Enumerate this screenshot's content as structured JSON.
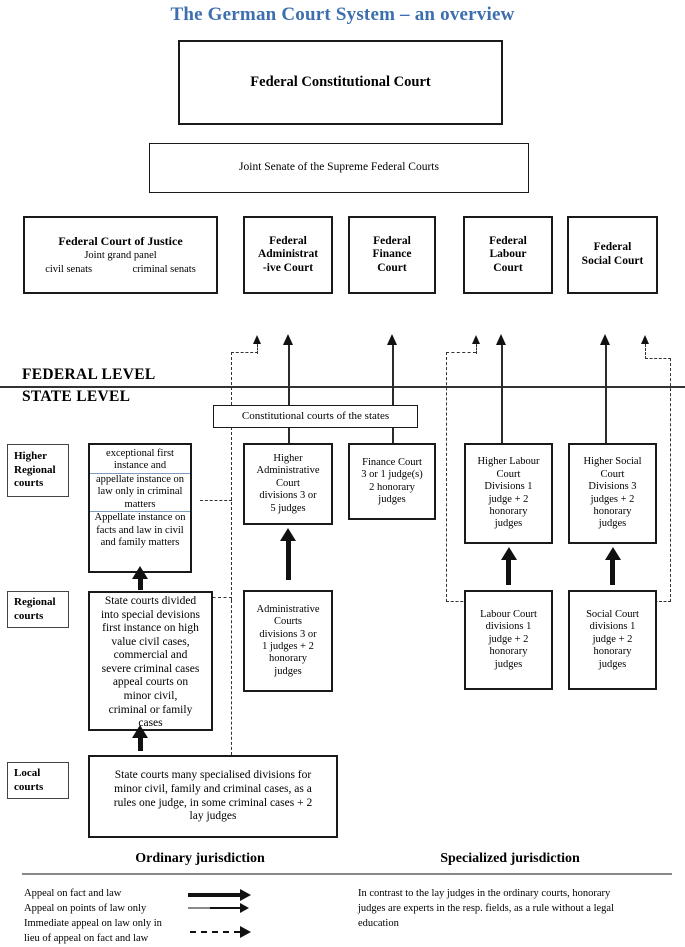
{
  "title": "The German Court System – an overview",
  "accent_color": "#3d6fae",
  "federal": {
    "constitutional_court": "Federal Constitutional Court",
    "joint_senate": "Joint Senate of the Supreme Federal Courts",
    "courts": [
      {
        "name": "Federal Court of Justice",
        "sub": "Joint grand panel",
        "left": "civil senats",
        "right": "criminal senats"
      },
      {
        "lines": [
          "Federal",
          "Administrat",
          "-ive Court"
        ]
      },
      {
        "lines": [
          "Federal",
          "Finance",
          "Court"
        ]
      },
      {
        "lines": [
          "Federal",
          "Labour",
          "Court"
        ]
      },
      {
        "lines": [
          "Federal",
          "Social Court"
        ]
      }
    ]
  },
  "level_labels": {
    "federal": "FEDERAL LEVEL",
    "state": "STATE LEVEL"
  },
  "state": {
    "constitutional_courts": "Constitutional courts of the states",
    "side_labels": [
      {
        "lines": [
          "Higher",
          "Regional",
          "courts"
        ]
      },
      {
        "lines": [
          "Regional",
          "courts"
        ]
      },
      {
        "lines": [
          "Local",
          "courts"
        ]
      }
    ],
    "higher_regional": {
      "seg1": [
        "exceptional first",
        "instance and"
      ],
      "seg2": [
        "appellate instance on",
        "law only in criminal",
        "matters"
      ],
      "seg3": [
        "Appellate instance on",
        "facts and law in civil",
        "and family matters"
      ]
    },
    "regional": {
      "seg1": [
        "State courts divided",
        "into special devisions"
      ],
      "seg2": [
        "first instance on high",
        "value civil cases,",
        "commercial and",
        "severe criminal cases"
      ],
      "seg3": [
        "appeal courts on",
        "minor civil,",
        "criminal or family",
        "cases"
      ]
    },
    "local": [
      "State courts many specialised divisions for",
      "minor civil, family and criminal cases, as a",
      "rules one judge, in some criminal cases + 2",
      "lay judges"
    ],
    "higher_administrative": [
      "Higher",
      "Administrative",
      "Court",
      "divisions 3 or",
      "5 judges"
    ],
    "administrative": [
      "Administrative",
      "Courts",
      "divisions 3 or",
      "1 judges + 2",
      "honorary",
      "judges"
    ],
    "finance": [
      "Finance Court",
      "3 or 1 judge(s)",
      "2 honorary",
      "judges"
    ],
    "higher_labour": [
      "Higher Labour",
      "Court",
      "Divisions 1",
      "judge + 2",
      "honorary",
      "judges"
    ],
    "higher_social": [
      "Higher Social",
      "Court",
      "Divisions 3",
      "judges + 2",
      "honorary",
      "judges"
    ],
    "labour": [
      "Labour Court",
      "divisions 1",
      "judge + 2",
      "honorary",
      "judges"
    ],
    "social": [
      "Social Court",
      "divisions 1",
      "judge + 2",
      "honorary",
      "judges"
    ]
  },
  "sections": {
    "ordinary": "Ordinary jurisdiction",
    "specialized": "Specialized jurisdiction"
  },
  "legend": {
    "items": [
      {
        "text": "Appeal on fact and law",
        "style": "solid-thick"
      },
      {
        "text": "Appeal on points of law only",
        "style": "solid-thin"
      },
      {
        "text": "Immediate appeal on law only in",
        "style": "none"
      },
      {
        "text": "lieu of appeal on fact and law",
        "style": "dashed"
      }
    ],
    "note": [
      "In contrast to the lay judges in the ordinary courts, honorary",
      "judges are experts in the resp. fields, as a rule without a legal",
      "education"
    ]
  }
}
